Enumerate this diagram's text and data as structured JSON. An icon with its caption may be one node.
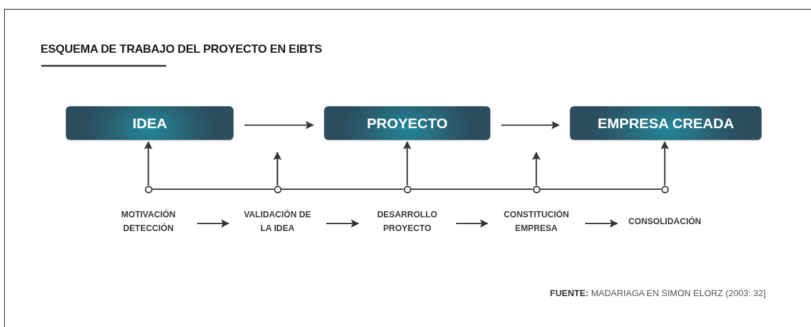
{
  "diagram": {
    "title": "ESQUEMA DE TRABAJO DEL PROYECTO EN EIBTS",
    "caption": "**FUENTE:** MADARIAGA EN SIMON ELORZ (2003: 32]",
    "nodes": [
      {
        "text": [
          "IDEA"
        ]
      },
      {
        "text": [
          "PROYECTO"
        ]
      },
      {
        "text": [
          "EMPRESA CREADA"
        ]
      },
      {
        "text": [],
        "shape": "circle"
      },
      {
        "text": [],
        "shape": "circle"
      },
      {
        "text": [],
        "shape": "circle"
      },
      {
        "text": [],
        "shape": "circle"
      },
      {
        "text": [],
        "shape": "circle"
      },
      {
        "text": [
          "MOTIVACIÓN DETECCIÓN"
        ]
      },
      {
        "text": [
          "VALIDACIÓN DE LA IDEA"
        ]
      },
      {
        "text": [
          "DESARROLLO PROYECTO"
        ]
      },
      {
        "text": [
          "CONSTITUCIÓN EMPRESA"
        ]
      },
      {
        "text": [
          "CONSOLIDACIÓN"
        ]
      }
    ],
    "edges": [
      {
        "from": 0,
        "to": 1,
        "arrow": "to"
      },
      {
        "from": 1,
        "to": 2,
        "arrow": "to"
      },
      {
        "from": 3,
        "to": 0,
        "arrow": "to"
      },
      {
        "from": 4,
        "to": null,
        "arrow": "to"
      },
      {
        "from": 5,
        "to": 1,
        "arrow": "to"
      },
      {
        "from": 6,
        "to": null,
        "arrow": "to"
      },
      {
        "from": 7,
        "to": 2,
        "arrow": "to"
      },
      {
        "from": 3,
        "to": 4,
        "arrow": "none"
      },
      {
        "from": 4,
        "to": 5,
        "arrow": "none"
      },
      {
        "from": 5,
        "to": 6,
        "arrow": "none"
      },
      {
        "from": 6,
        "to": 7,
        "arrow": "none"
      },
      {
        "from": 8,
        "to": 9,
        "arrow": "to"
      },
      {
        "from": 9,
        "to": 10,
        "arrow": "to"
      },
      {
        "from": 10,
        "to": 11,
        "arrow": "to"
      },
      {
        "from": 11,
        "to": 12,
        "arrow": "to"
      }
    ]
  }
}
